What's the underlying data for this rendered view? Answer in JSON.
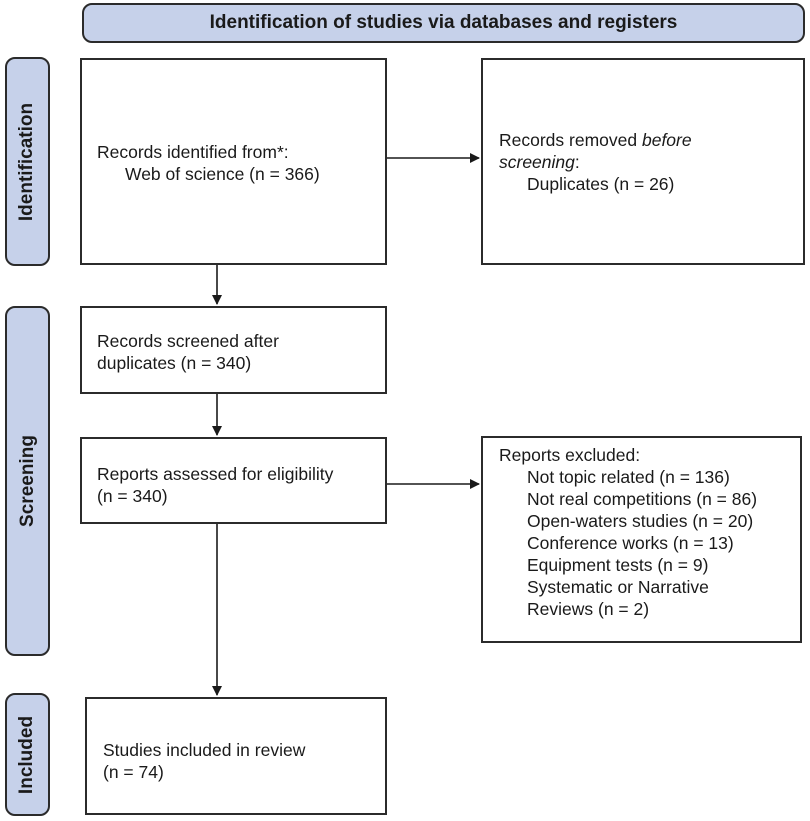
{
  "header": {
    "title": "Identification of studies via databases and registers"
  },
  "phases": {
    "identification": "Identification",
    "screening": "Screening",
    "included": "Included"
  },
  "boxes": {
    "records_identified": {
      "line1": "Records identified from*:",
      "line2": "Web of science (n = 366)"
    },
    "records_removed": {
      "prefix": "Records removed ",
      "italic1": "before",
      "italic2": "screening",
      "suffix": ":",
      "line3": "Duplicates (n = 26)"
    },
    "records_screened": {
      "line1": "Records screened after",
      "line2": "duplicates (n = 340)"
    },
    "reports_assessed": {
      "line1": "Reports assessed for eligibility",
      "line2": "(n = 340)"
    },
    "reports_excluded": {
      "title": "Reports excluded:",
      "items": [
        "Not topic related (n = 136)",
        "Not real competitions (n = 86)",
        "Open-waters studies (n = 20)",
        "Conference works (n = 13)",
        "Equipment tests (n = 9)",
        "Systematic or Narrative",
        "Reviews (n = 2)"
      ]
    },
    "studies_included": {
      "line1": "Studies included in review",
      "line2": "(n = 74)"
    }
  }
}
